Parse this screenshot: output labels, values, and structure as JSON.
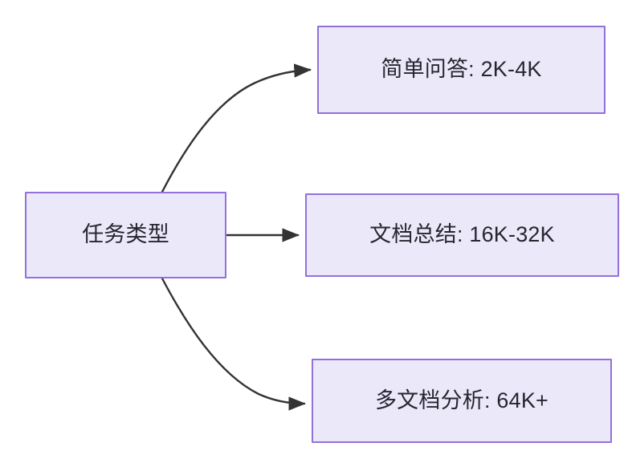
{
  "diagram": {
    "type": "flowchart",
    "direction": "left-to-right",
    "background_color": "#ffffff",
    "node_fill_color": "#ebe8fa",
    "node_border_color": "#9370db",
    "node_text_color": "#26262e",
    "edge_color": "#333333",
    "source": {
      "id": "task-type",
      "label": "任务类型"
    },
    "targets": [
      {
        "id": "simple-qa",
        "label": "简单问答: 2K-4K"
      },
      {
        "id": "doc-summary",
        "label": "文档总结: 16K-32K"
      },
      {
        "id": "multi-doc",
        "label": "多文档分析: 64K+"
      }
    ],
    "edges": [
      {
        "from": "task-type",
        "to": "simple-qa",
        "style": "curved",
        "arrowhead": "filled-triangle"
      },
      {
        "from": "task-type",
        "to": "doc-summary",
        "style": "straight",
        "arrowhead": "filled-triangle"
      },
      {
        "from": "task-type",
        "to": "multi-doc",
        "style": "curved",
        "arrowhead": "filled-triangle"
      }
    ]
  }
}
